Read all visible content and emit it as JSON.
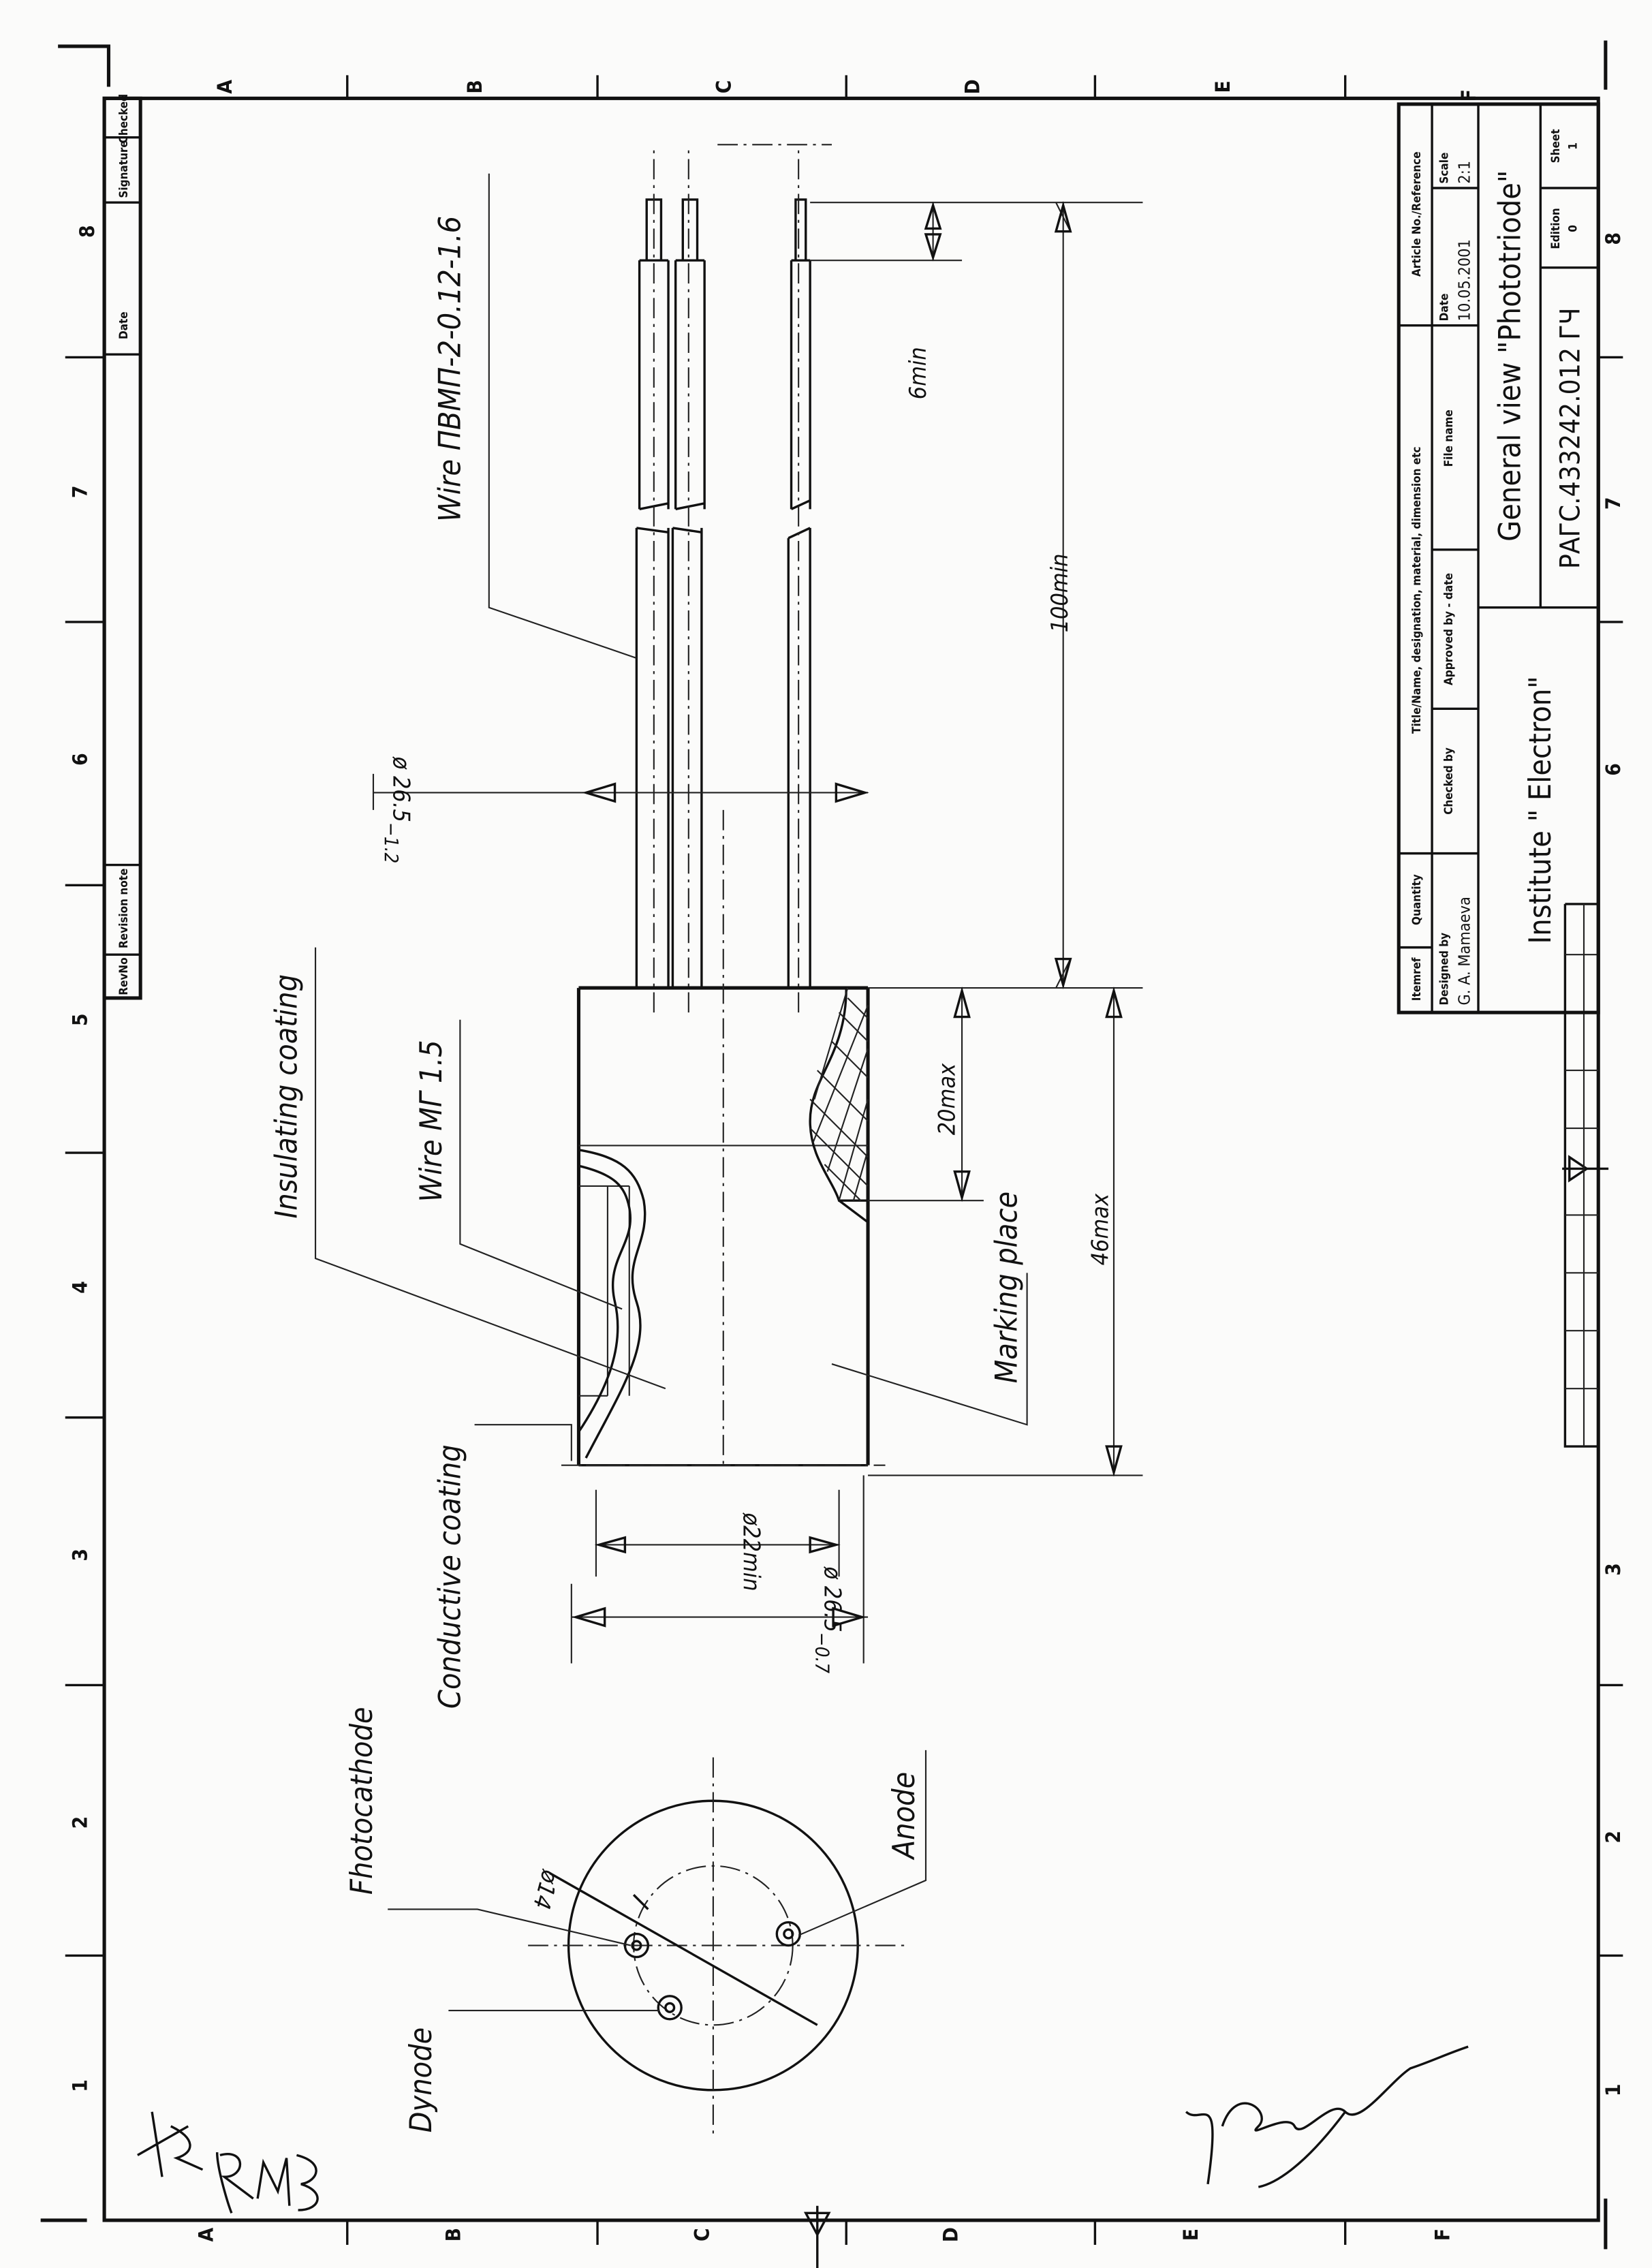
{
  "border": {
    "zone_letters": [
      "A",
      "B",
      "C",
      "D",
      "E",
      "F"
    ],
    "zone_numbers": [
      "1",
      "2",
      "3",
      "4",
      "5",
      "6",
      "7",
      "8"
    ]
  },
  "revision_block": {
    "rev_no": "RevNo",
    "revision_note": "Revision note",
    "date": "Date",
    "signature": "Signature",
    "checked": "Checked"
  },
  "title_block": {
    "itemref": "Itemref",
    "quantity": "Quantity",
    "title_header": "Title/Name, designation, material, dimension etc",
    "article_header": "Article No./Reference",
    "designed_by_label": "Designed by",
    "designed_by": "G. A. Mamaeva",
    "checked_by": "Checked by",
    "approved_by": "Approved by - date",
    "file_name": "File name",
    "date_label": "Date",
    "date": "10.05.2001",
    "scale_label": "Scale",
    "scale": "2:1",
    "institute": "Institute \" Electron\"",
    "title": "General view \"Phototriode\"",
    "document_number": "РАГС.433242.012 ГЧ",
    "edition_label": "Edition",
    "edition": "0",
    "sheet_label": "Sheet",
    "sheet": "1"
  },
  "labels": {
    "wire_cable": "Wire ПВМП-2-0.12-1.6",
    "insulating_coating": "Insulating coating",
    "wire_mg": "Wire МГ 1.5",
    "conductive_coating": "Conductive coating",
    "photocathode": "Fhotocathode",
    "dynode": "Dynode",
    "anode": "Anode",
    "marking_place": "Marking place"
  },
  "dimensions": {
    "d_cable": "ø 26.5",
    "d_cable_tol": "−1.2",
    "d_body": "ø 26.5",
    "d_body_tol": "−0.7",
    "d_inner": "ø22min",
    "d_circle": "ø14",
    "len_100": "100min",
    "len_6": "6min",
    "len_20": "20max",
    "len_46": "46max"
  }
}
